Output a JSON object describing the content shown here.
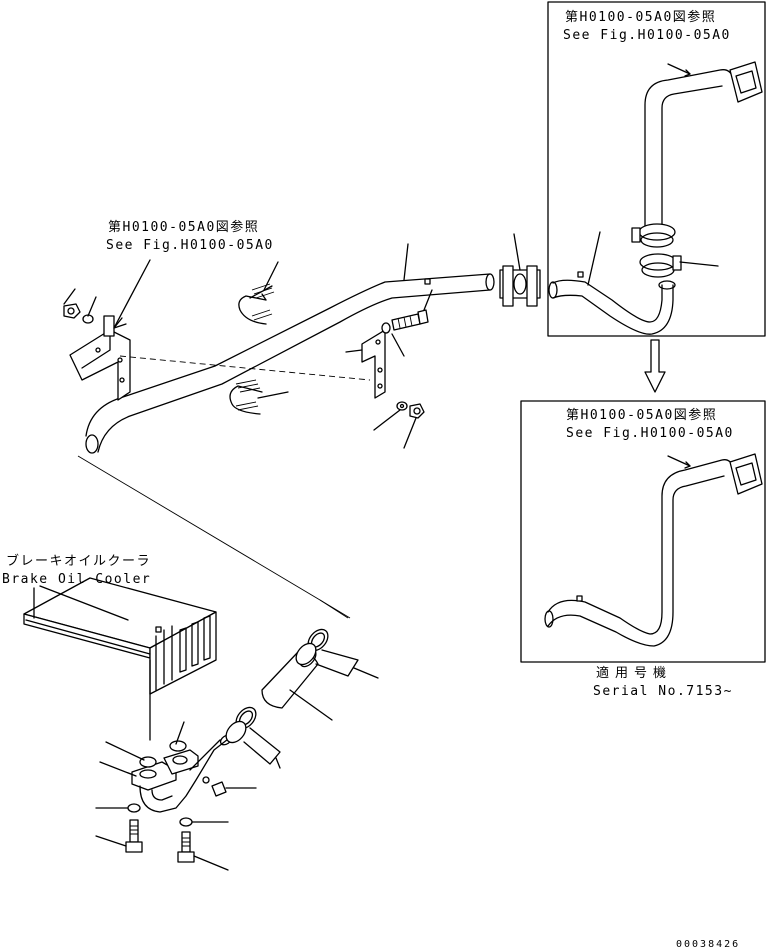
{
  "refs": {
    "ref_jp": "第H0100-05A0図参照",
    "ref_en": "See Fig.H0100-05A0"
  },
  "inset_bottom": {
    "ref_jp": "第H0100-05A0図参照",
    "ref_en": "See Fig.H0100-05A0"
  },
  "main": {
    "ref_jp": "第H0100-05A0図参照",
    "ref_en": "See Fig.H0100-05A0"
  },
  "cooler": {
    "label_jp": "ブレーキオイルクーラ",
    "label_en": "Brake Oil Cooler"
  },
  "serial": {
    "label_jp": "適用号機",
    "label_en": "Serial No.7153~"
  },
  "footer": {
    "drawing_number": "00038426"
  }
}
